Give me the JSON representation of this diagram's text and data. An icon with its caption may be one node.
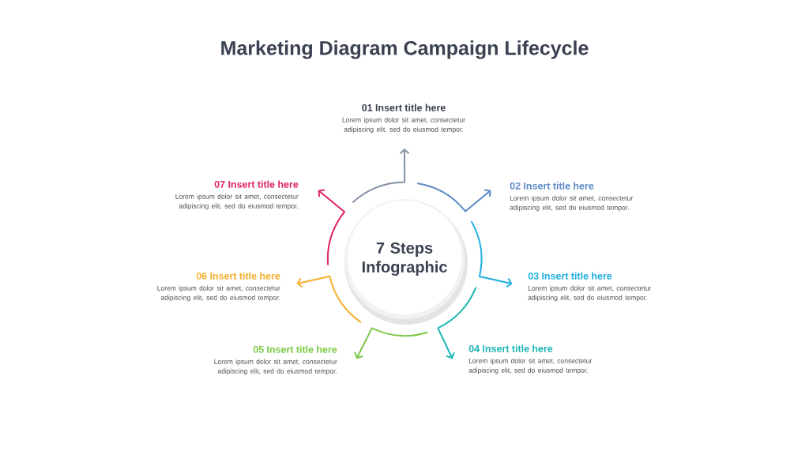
{
  "diagram": {
    "title": "Marketing Diagram Campaign Lifecycle",
    "nodes": [
      {
        "text": [
          "7 Steps Infographic"
        ]
      },
      {
        "text": [
          "01 Insert title here",
          "Lorem ipsum dolor sit amet, consectetur adipiscing elit, sed do eiusmod tempor."
        ]
      },
      {
        "text": [
          "02 Insert title here",
          "Lorem ipsum dolor sit amet, consectetur adipiscing elit, sed do eiusmod tempor."
        ]
      },
      {
        "text": [
          "03 Insert title here",
          "Lorem ipsum dolor sit amet, consectetur adipiscing elit, sed do eiusmod tempor."
        ]
      },
      {
        "text": [
          "04 Insert title here",
          "Lorem ipsum dolor sit amet, consectetur adipiscing elit, sed do eiusmod tempor."
        ]
      },
      {
        "text": [
          "05 Insert title here",
          "Lorem ipsum dolor sit amet, consectetur adipiscing elit, sed do eiusmod tempor."
        ]
      },
      {
        "text": [
          "06 Insert title here",
          "Lorem ipsum dolor sit amet, consectetur adipiscing elit, sed do eiusmod tempor."
        ]
      },
      {
        "text": [
          "07 Insert title here",
          "Lorem ipsum dolor sit amet, consectetur adipiscing elit, sed do eiusmod tempor."
        ]
      }
    ],
    "edges": [
      {
        "from": 0,
        "to": 1,
        "arrow": "to",
        "color": "#8391a3"
      },
      {
        "from": 0,
        "to": 2,
        "arrow": "to",
        "color": "#5b8ac6"
      },
      {
        "from": 0,
        "to": 3,
        "arrow": "to",
        "color": "#1eaee0"
      },
      {
        "from": 0,
        "to": 4,
        "arrow": "to",
        "color": "#1db5b5"
      },
      {
        "from": 0,
        "to": 5,
        "arrow": "to",
        "color": "#7ac943"
      },
      {
        "from": 0,
        "to": 6,
        "arrow": "to",
        "color": "#f5b02c"
      },
      {
        "from": 0,
        "to": 7,
        "arrow": "to",
        "color": "#e0245e"
      }
    ]
  }
}
